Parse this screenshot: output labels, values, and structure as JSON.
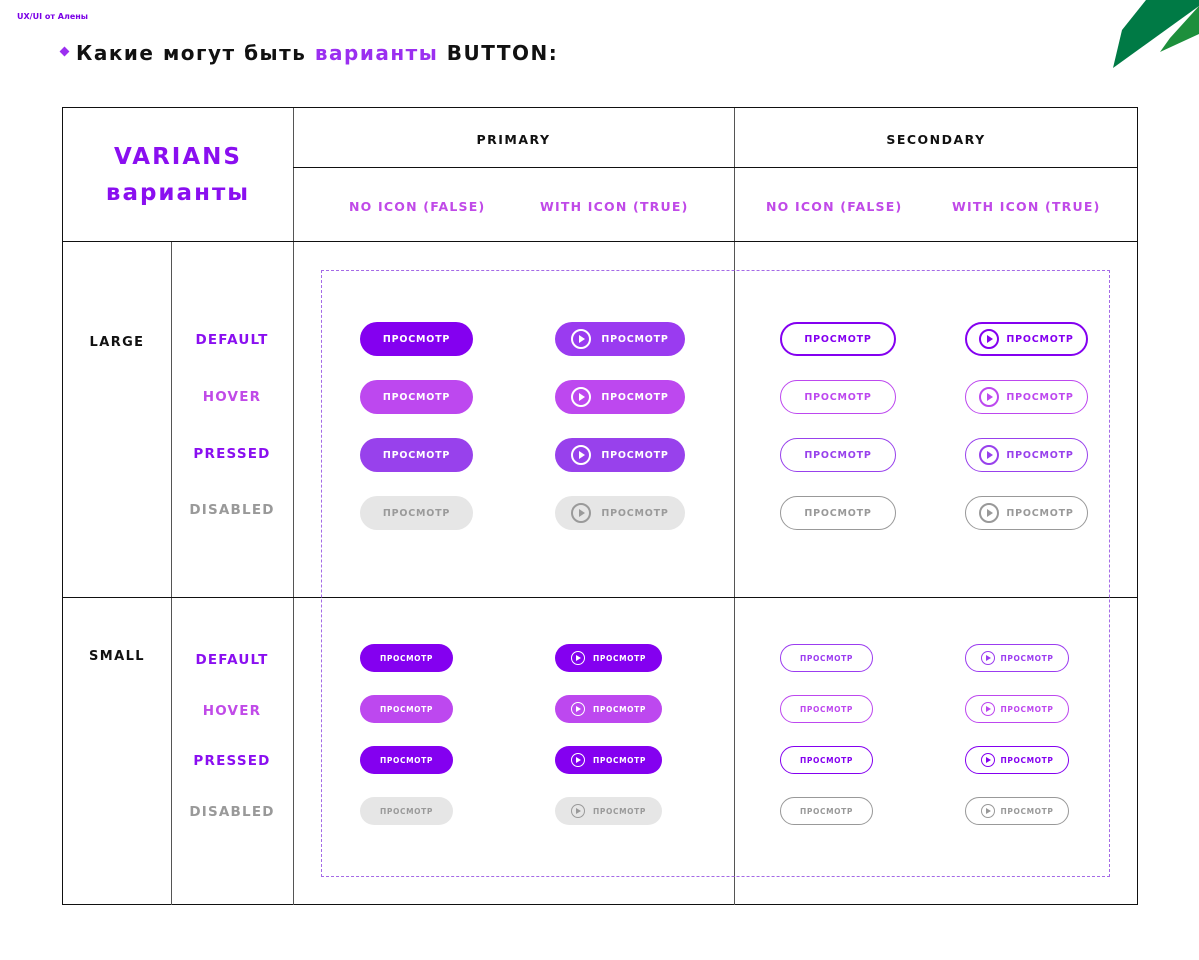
{
  "brand": "UX/UI от Алены",
  "headline": {
    "prefix": "Какие могут быть ",
    "accent": "варианты",
    "suffix": " BUTTON:"
  },
  "corner_colors": [
    "#007a45",
    "#1a8a3a"
  ],
  "table": {
    "title_en": "VARIANS",
    "title_ru": "варианты",
    "primary": "PRIMARY",
    "secondary": "SECONDARY",
    "no_icon": "NO ICON (FALSE)",
    "with_icon": "WITH ICON (TRUE)",
    "size_large": "LARGE",
    "size_small": "SMALL",
    "states": [
      "DEFAULT",
      "HOVER",
      "PRESSED",
      "DISABLED"
    ]
  },
  "button_label": "ПРОСМОТР",
  "button_icon": "play-circle-icon",
  "colors": {
    "accent": "#8a0ff0",
    "state_default": "#8a0ff0",
    "state_hover": "#c04ae8",
    "state_pressed": "#8a0ff0",
    "state_disabled": "#999999",
    "large_primary": [
      "#8400f0",
      "#bd48ef",
      "#9841ec",
      "#e6e6e6"
    ],
    "small_primary": [
      "#8400f0",
      "#bd48ef",
      "#8400f0",
      "#e6e6e6"
    ],
    "large_secondary_border": [
      "#8400f0",
      "#bd48ef",
      "#9841ec",
      "#999999"
    ],
    "small_secondary_border": [
      "#8400f0",
      "#bd48ef",
      "#8400f0",
      "#999999"
    ]
  }
}
